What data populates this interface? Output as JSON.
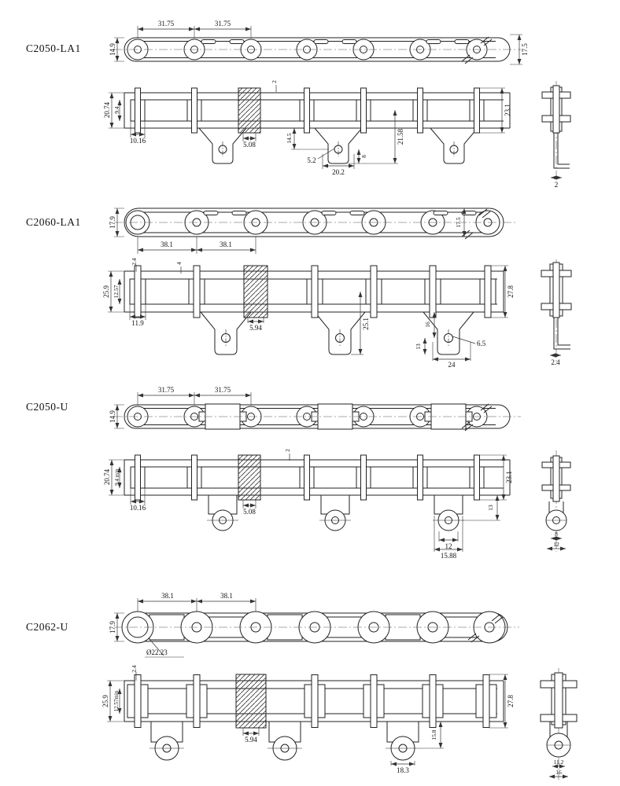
{
  "sheet": {
    "background": "#ffffff",
    "line_color": "#222222"
  },
  "sections": [
    {
      "label": "C2050-LA1",
      "top": {
        "pitch1": "31.75",
        "pitch2": "31.75",
        "width": "14.9",
        "attach_width": "17.5"
      },
      "front": {
        "plate_height": "20.74",
        "inner_width": "9.4",
        "roller_width": "10.16",
        "bush_width": "5.08",
        "plate_thk": "2",
        "hole_drop": "14.5",
        "attach_depth": "21.58",
        "hole_dia": "5.2",
        "hole_span": "20.2",
        "hole_edge": "8",
        "pin_height": "23.1"
      },
      "end": {
        "thk": "2"
      }
    },
    {
      "label": "C2060-LA1",
      "top": {
        "pitch1": "38.1",
        "pitch2": "38.1",
        "width": "17.9",
        "attach_width": "17.5"
      },
      "front": {
        "plate_height": "25.9",
        "inner_width": "12.57",
        "roller_width": "11.9",
        "bush_width": "5.94",
        "plate_thk": "2.4",
        "plate_thk2": "4",
        "attach_depth": "25.1",
        "hole_drop": "16",
        "hole_edge": "13",
        "hole_span": "24",
        "hole_dia": "6.5",
        "pin_height": "27.8"
      },
      "end": {
        "thk": "2.4"
      }
    },
    {
      "label": "C2050-U",
      "top": {
        "pitch1": "31.75",
        "pitch2": "31.75",
        "width": "14.9"
      },
      "front": {
        "plate_height": "20.74",
        "inner_width": "9.4 min",
        "roller_width": "10.16",
        "bush_width": "5.08",
        "plate_thk": "2",
        "lug_depth": "13",
        "roller_w2": "12",
        "lug_span": "15.88",
        "pin_height": "23.1"
      },
      "end": {
        "d1": "8",
        "d2": "12"
      }
    },
    {
      "label": "C2062-U",
      "top": {
        "pitch1": "38.1",
        "pitch2": "38.1",
        "width": "17.9",
        "roller_dia": "Ø22.23"
      },
      "front": {
        "plate_height": "25.9",
        "inner_width": "12.57min",
        "bush_width": "5.94",
        "plate_thk": "2.4",
        "lug_depth": "15.8",
        "roller_width": "18.3",
        "pin_height": "27.8"
      },
      "end": {
        "d1": "11.2",
        "d2": "16"
      }
    }
  ]
}
